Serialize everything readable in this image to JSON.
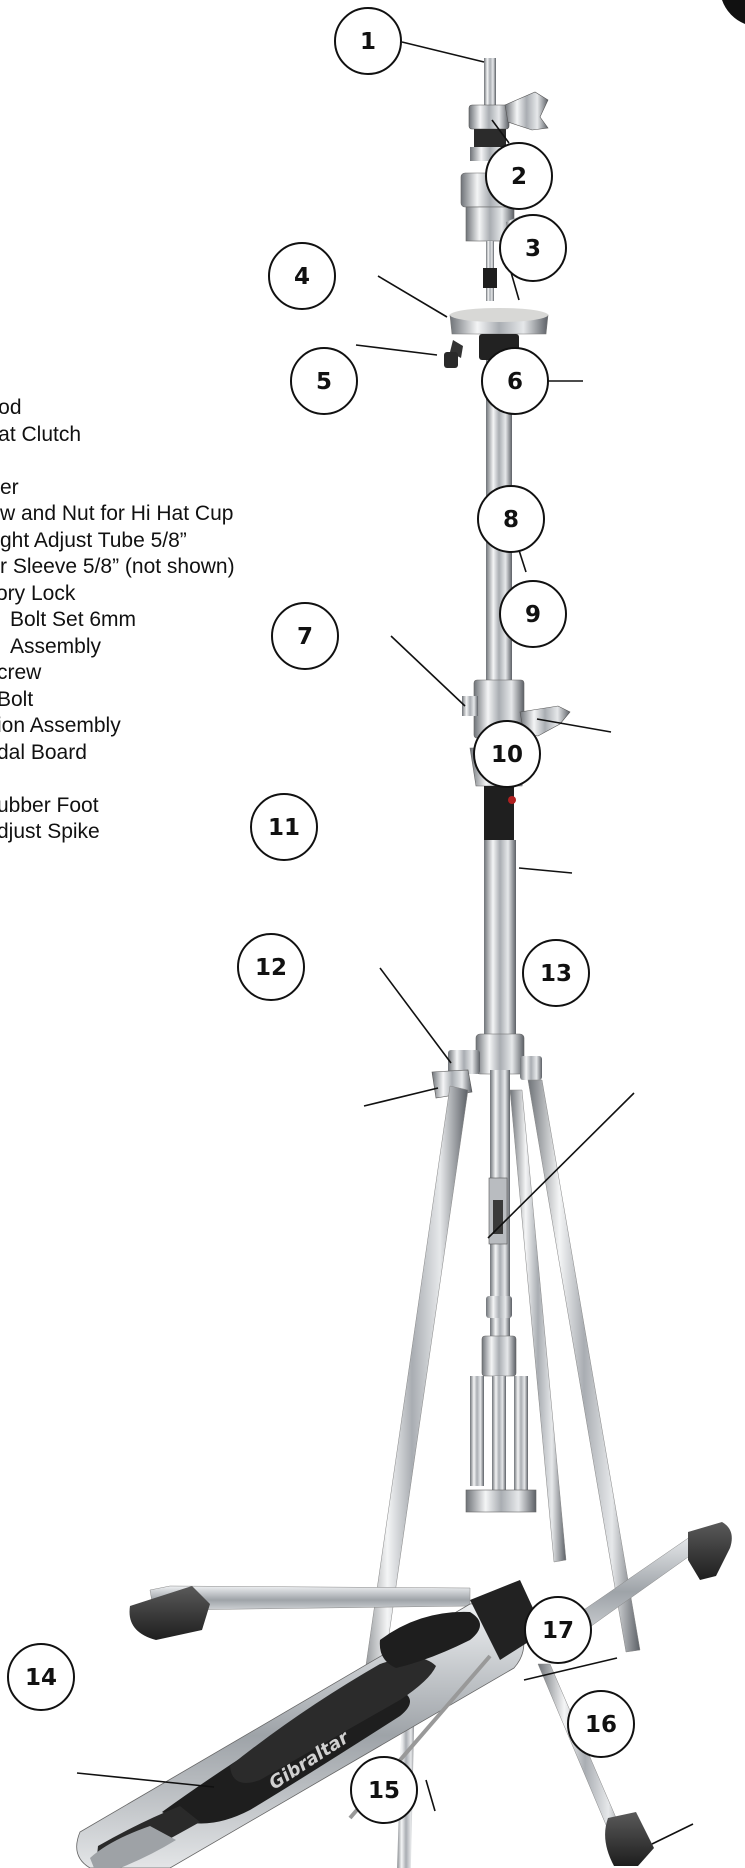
{
  "parts_list": [
    {
      "text": "Rod",
      "x": -17
    },
    {
      "text": "Hat Clutch",
      "x": -17
    },
    {
      "text": "",
      "x": 0
    },
    {
      "text": "er",
      "x": 0
    },
    {
      "text": "w and Nut for Hi Hat Cup",
      "x": 0
    },
    {
      "text": "ght Adjust Tube 5/8”",
      "x": 0
    },
    {
      "text": "r Sleeve 5/8” (not shown)",
      "x": 0
    },
    {
      "text": "ory Lock",
      "x": -4
    },
    {
      "text": "Bolt Set 6mm",
      "x": 10
    },
    {
      "text": "Assembly",
      "x": 10
    },
    {
      "text": "crew",
      "x": -3
    },
    {
      "text": "Bolt",
      "x": -3
    },
    {
      "text": "ion Assembly",
      "x": -3
    },
    {
      "text": "dal Board",
      "x": -3
    },
    {
      "text": "",
      "x": 0
    },
    {
      "text": "ubber Foot",
      "x": -3
    },
    {
      "text": "djust Spike",
      "x": -3
    }
  ],
  "brand_text": "Gibraltar",
  "callouts": [
    {
      "n": "1"
    },
    {
      "n": "2"
    },
    {
      "n": "3"
    },
    {
      "n": "4"
    },
    {
      "n": "5"
    },
    {
      "n": "6"
    },
    {
      "n": "7"
    },
    {
      "n": "8"
    },
    {
      "n": "9"
    },
    {
      "n": "10"
    },
    {
      "n": "11"
    },
    {
      "n": "12"
    },
    {
      "n": "13"
    },
    {
      "n": "14"
    },
    {
      "n": "15"
    },
    {
      "n": "16"
    },
    {
      "n": "17"
    }
  ]
}
